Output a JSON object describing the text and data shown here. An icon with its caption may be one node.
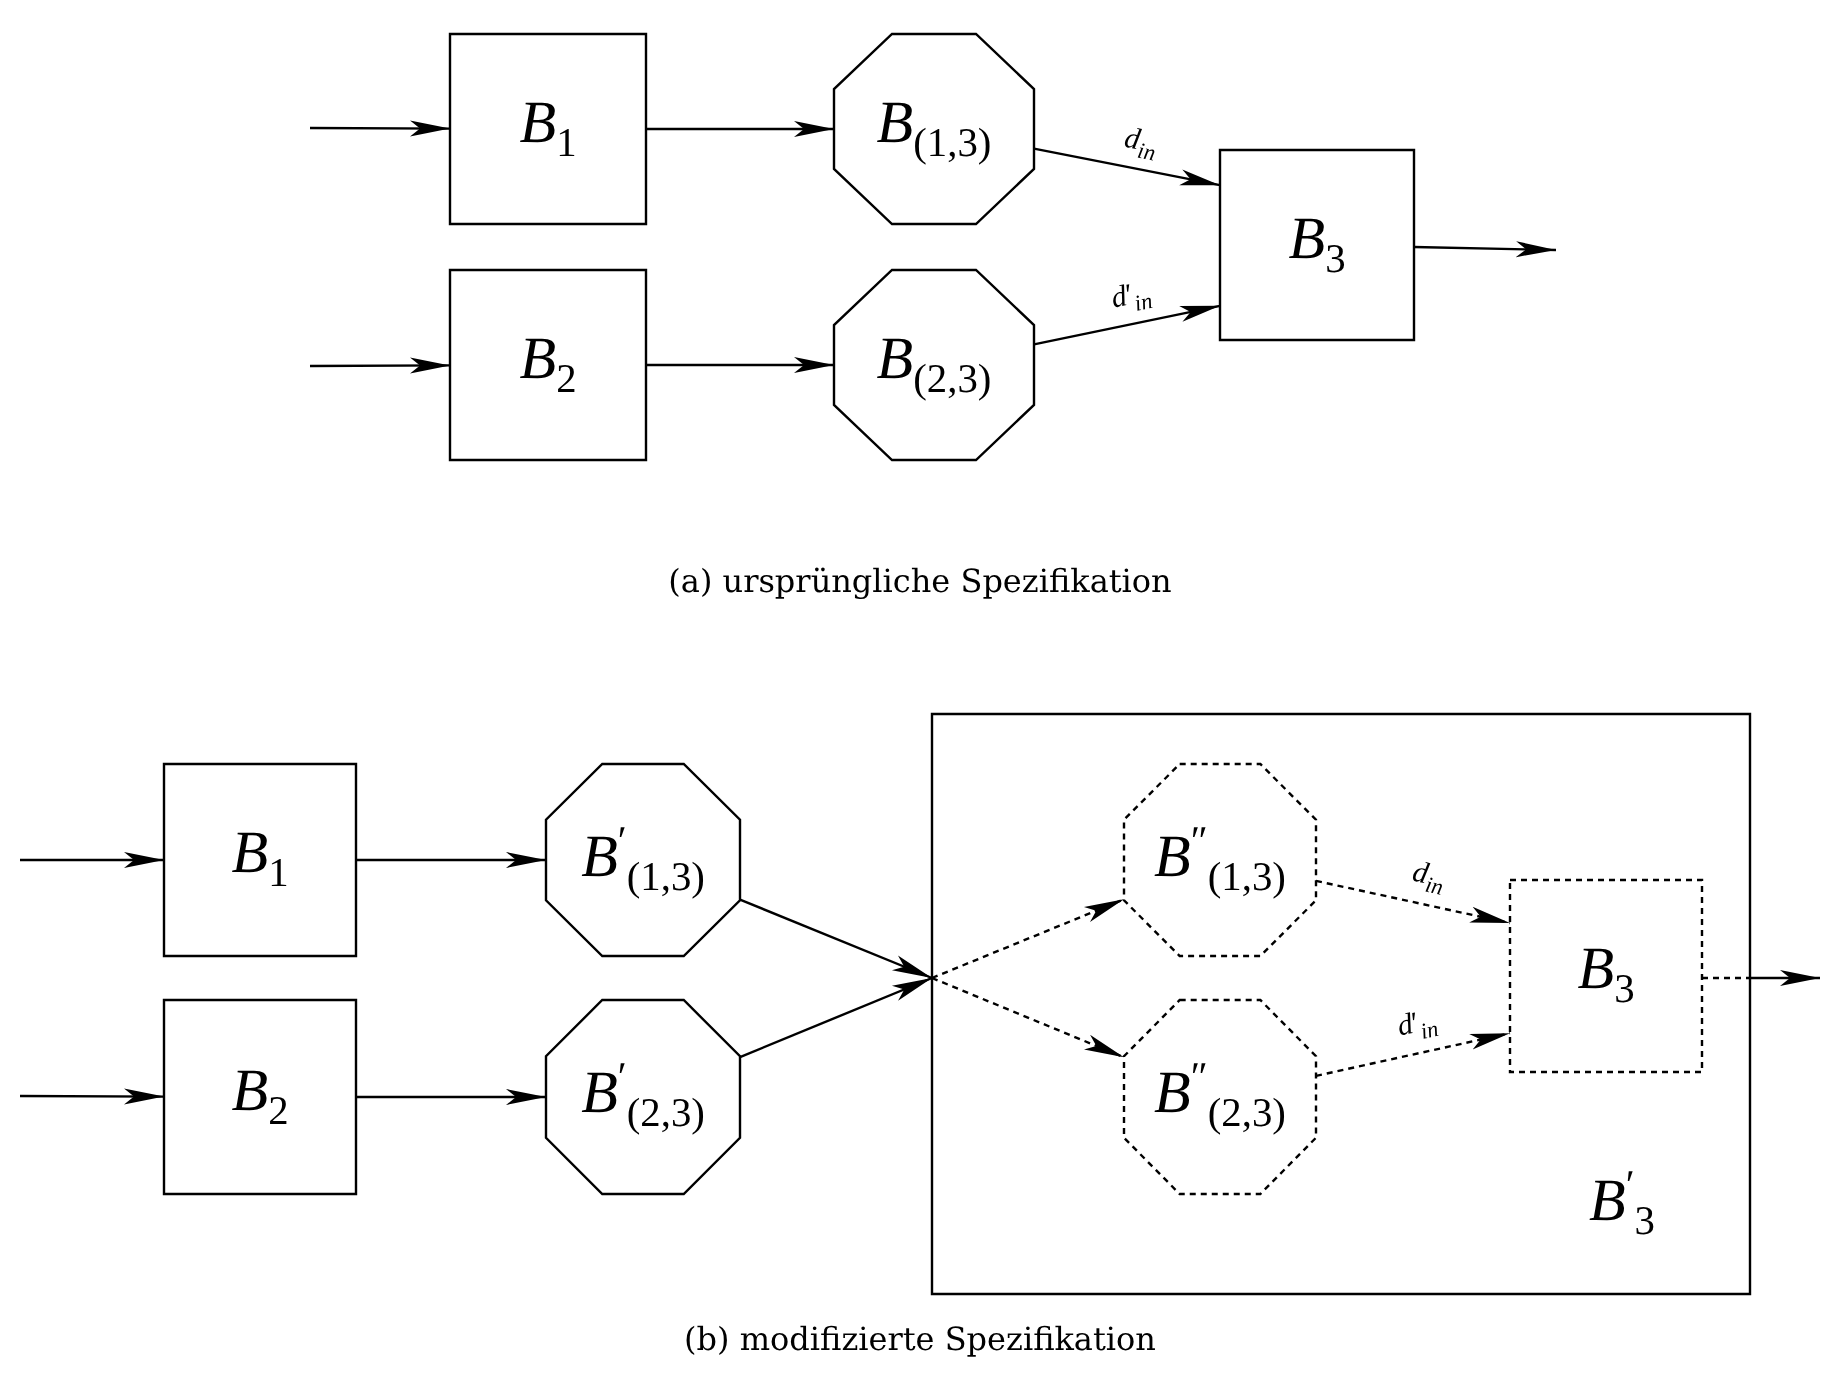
{
  "diagram": {
    "nodes": [
      {
        "text": [
          "*B*$_{1}$"
        ]
      },
      {
        "text": [
          "*B*$_{(1,3)}$"
        ]
      },
      {
        "text": [
          "*B*$_{2}$"
        ]
      },
      {
        "text": [
          "*B*$_{(2,3)}$"
        ]
      },
      {
        "text": [
          "*B*$_{3}$"
        ]
      },
      {
        "text": [
          "*B*$_{1}$"
        ]
      },
      {
        "text": [
          "*B*$^{′}$$_{(1,3)}$"
        ]
      },
      {
        "text": [
          "*B*$_{2}$"
        ]
      },
      {
        "text": [
          "*B*$^{′}$$_{(2,3)}$"
        ]
      },
      {
        "text": [
          "*B*$^{′}$$_{3}$"
        ]
      },
      {
        "text": [
          "*B*$^{″}$$_{(1,3)}$"
        ],
        "in": 9
      },
      {
        "text": [
          "*B*$^{″}$$_{(2,3)}$"
        ],
        "in": 9
      },
      {
        "text": [
          "*B*$_{3}$"
        ],
        "in": 9
      }
    ],
    "edges": [
      {
        "from": null,
        "to": 0,
        "arrow": "to"
      },
      {
        "from": 0,
        "to": 1,
        "arrow": "to"
      },
      {
        "from": 1,
        "to": 4,
        "arrow": "to",
        "label": "*d*$_{in}$"
      },
      {
        "from": null,
        "to": 2,
        "arrow": "to"
      },
      {
        "from": 2,
        "to": 3,
        "arrow": "to"
      },
      {
        "from": 3,
        "to": 4,
        "arrow": "to",
        "label": "*d*′$_{in}$"
      },
      {
        "from": 4,
        "to": null,
        "arrow": "to"
      },
      {
        "from": null,
        "to": 5,
        "arrow": "to"
      },
      {
        "from": 5,
        "to": 6,
        "arrow": "to"
      },
      {
        "from": null,
        "to": 7,
        "arrow": "to"
      },
      {
        "from": 7,
        "to": 8,
        "arrow": "to"
      },
      {
        "from": 6,
        "to": 9,
        "arrow": "to"
      },
      {
        "from": 8,
        "to": 9,
        "arrow": "to"
      },
      {
        "from": 9,
        "to": 10,
        "arrow": "to",
        "style": "dashed"
      },
      {
        "from": 9,
        "to": 11,
        "arrow": "to",
        "style": "dashed"
      },
      {
        "from": 10,
        "to": 12,
        "arrow": "to",
        "style": "dashed",
        "label": "*d*$_{in}$"
      },
      {
        "from": 11,
        "to": 12,
        "arrow": "to",
        "style": "dashed",
        "label": "*d*′$_{in}$"
      },
      {
        "from": 12,
        "to": 9,
        "arrow": "none",
        "style": "dashed"
      },
      {
        "from": 9,
        "to": null,
        "arrow": "to"
      }
    ],
    "labels": [
      "(a) ursprüngliche Spezifikation",
      "(b) modifizierte Spezifikation"
    ]
  }
}
